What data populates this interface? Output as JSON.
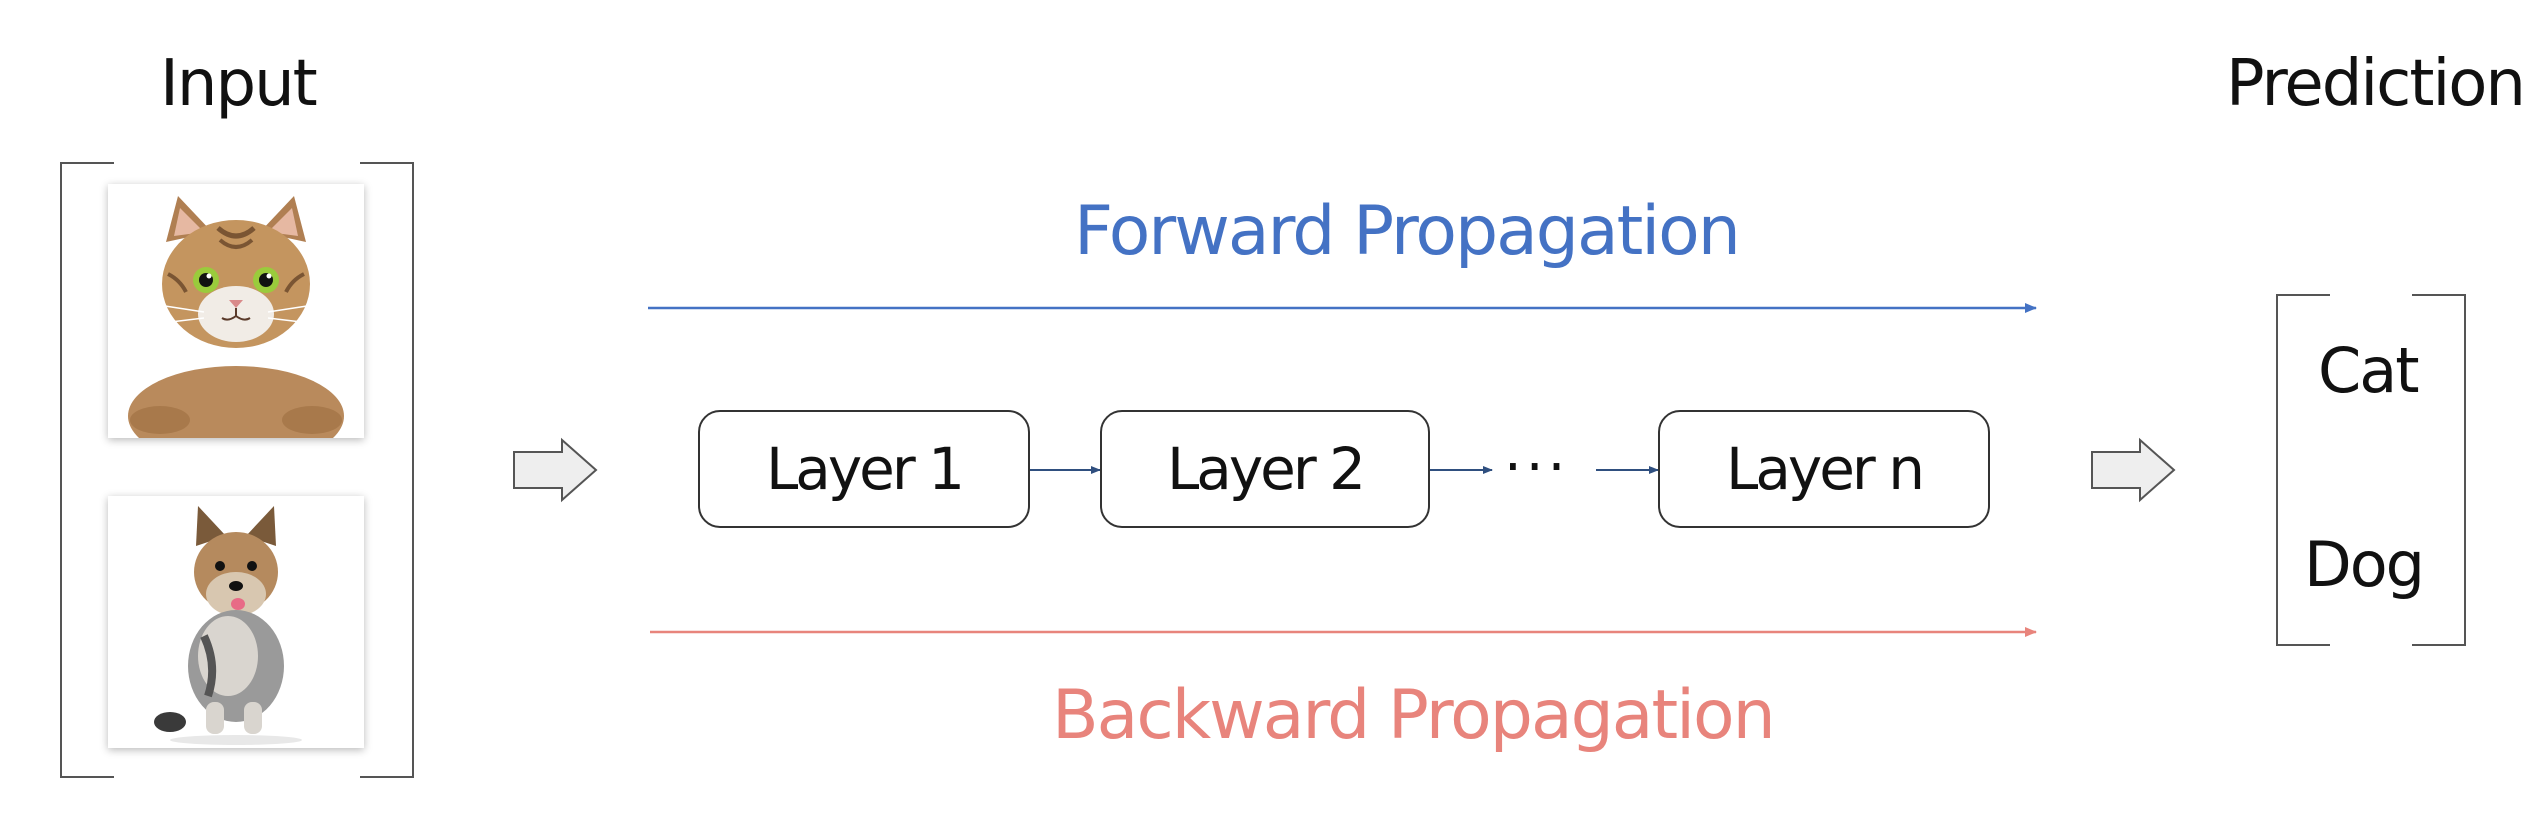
{
  "headings": {
    "input": "Input",
    "prediction": "Prediction"
  },
  "input_images": [
    {
      "subject": "cat-photo"
    },
    {
      "subject": "dog-photo"
    }
  ],
  "layers": [
    "Layer 1",
    "Layer 2",
    "Layer n"
  ],
  "ellipsis": "···",
  "propagation": {
    "forward": "Forward Propagation",
    "backward": "Backward Propagation"
  },
  "predictions": [
    "Cat",
    "Dog"
  ],
  "colors": {
    "forward": "#4472c4",
    "backward": "#e8847c",
    "layer_arrow": "#2f4f7f",
    "block_arrow_fill": "#eeeeee",
    "block_arrow_stroke": "#555555"
  }
}
